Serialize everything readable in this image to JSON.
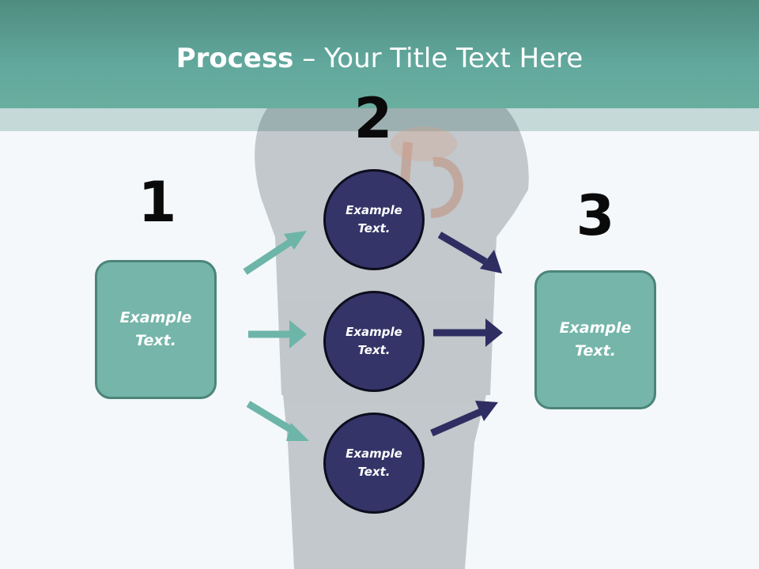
{
  "title": {
    "bold": "Process",
    "rest": " – Your Title Text Here"
  },
  "steps": [
    {
      "number": "1",
      "label": "Example\nText."
    },
    {
      "number": "2",
      "labels": [
        "Example\nText.",
        "Example\nText.",
        "Example\nText."
      ]
    },
    {
      "number": "3",
      "label": "Example\nText."
    }
  ],
  "colors": {
    "header": "#62a89d",
    "box_fill": "#75b5aa",
    "circle_fill": "#343468",
    "arrow_teal": "#6db5a8",
    "arrow_navy": "#2e2e63"
  },
  "background_image": "person-with-umbrella"
}
